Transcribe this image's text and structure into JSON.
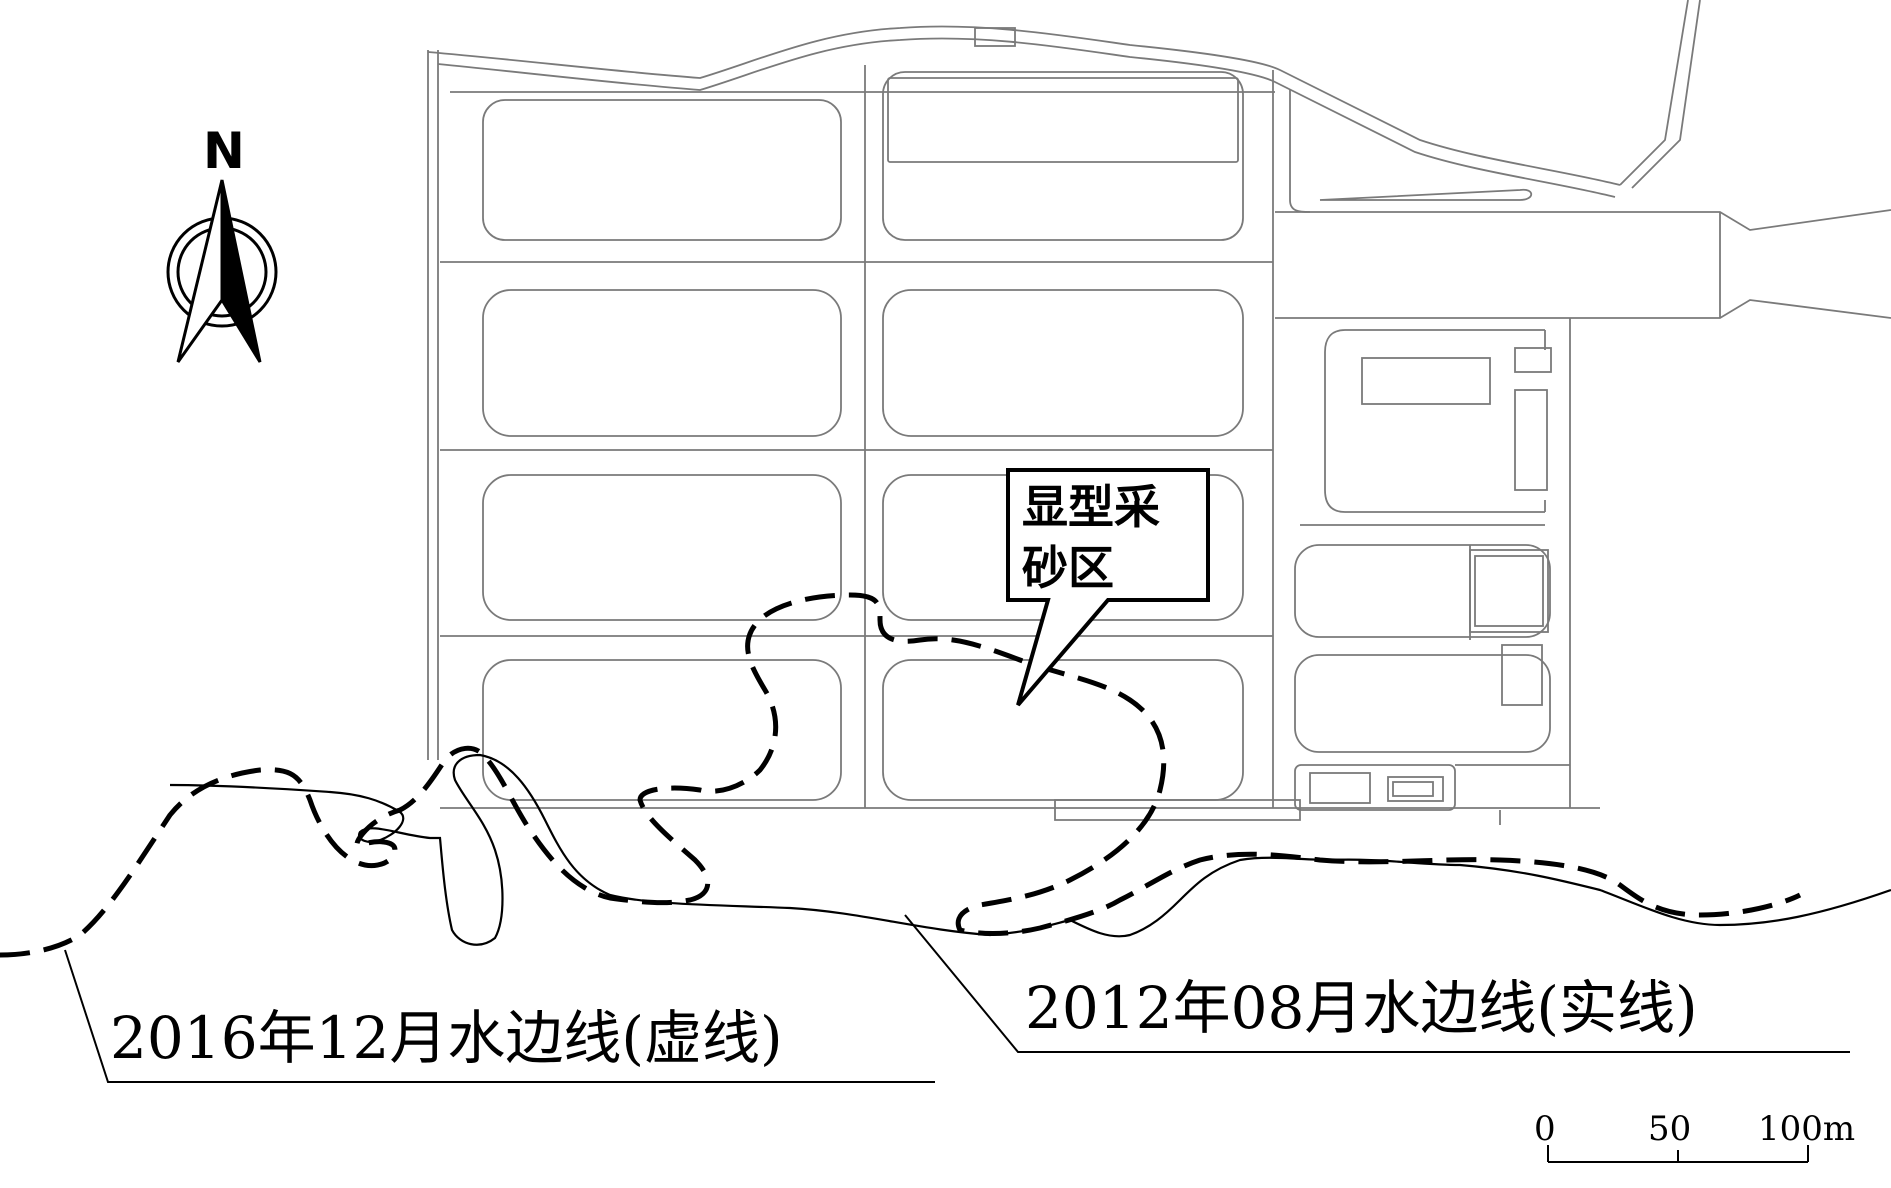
{
  "north_label": "N",
  "callout_area": [
    "显型采",
    "砂区"
  ],
  "legend_2016": "2016年12月水边线(虚线)",
  "legend_2012": "2012年08月水边线(实线)",
  "scale_bar": {
    "tick_labels": [
      "0",
      "50",
      "100m"
    ],
    "values_m": [
      0,
      50,
      100
    ]
  },
  "colors": {
    "ink": "#000000",
    "road_outline": "#7a7a7a",
    "background": "#ffffff"
  },
  "line_styles": {
    "waterline_2016": "dashed",
    "waterline_2012": "solid"
  }
}
